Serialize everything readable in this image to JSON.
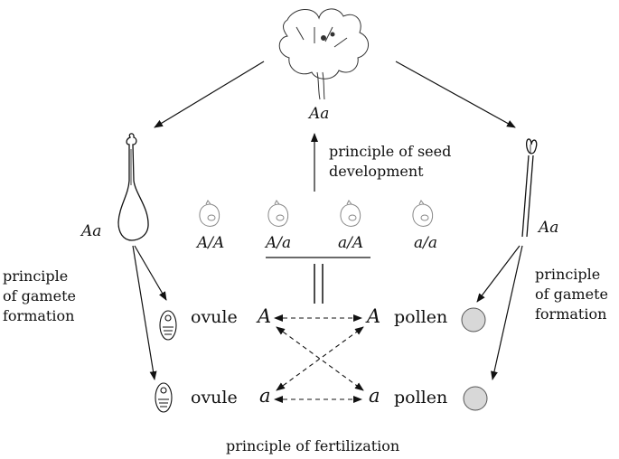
{
  "parent": {
    "genotype": "Aa"
  },
  "female": {
    "genotype": "Aa"
  },
  "male": {
    "genotype": "Aa"
  },
  "principles": {
    "seed_development": [
      "principle of seed",
      "development"
    ],
    "gamete_formation_left": [
      "principle",
      "of gamete",
      "formation"
    ],
    "gamete_formation_right": [
      "principle",
      "of gamete",
      "formation"
    ],
    "fertilization": "principle of fertilization"
  },
  "offspring": [
    {
      "genotype": "A/A"
    },
    {
      "genotype": "A/a"
    },
    {
      "genotype": "a/A"
    },
    {
      "genotype": "a/a"
    }
  ],
  "gametes": {
    "ovule_word": "ovule",
    "pollen_word": "pollen",
    "ovule_top_allele": "A",
    "ovule_bottom_allele": "a",
    "pollen_top_allele": "A",
    "pollen_bottom_allele": "a"
  }
}
